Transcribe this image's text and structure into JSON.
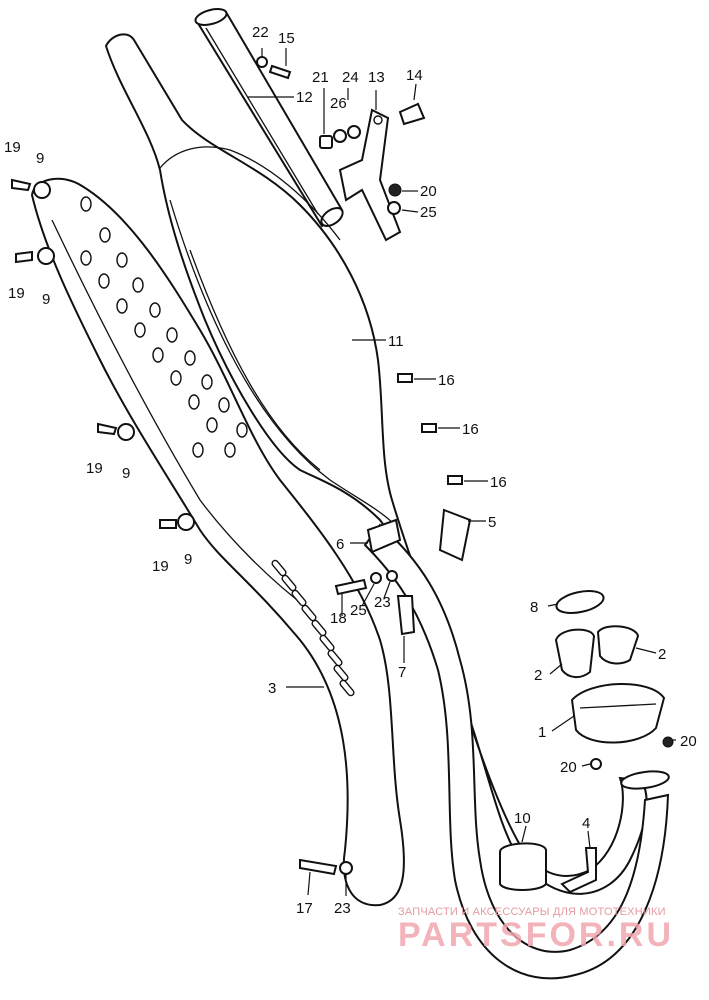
{
  "labels": {
    "p1": "1",
    "p2a": "2",
    "p2b": "2",
    "p3": "3",
    "p4": "4",
    "p5": "5",
    "p6": "6",
    "p7": "7",
    "p8": "8",
    "p9a": "9",
    "p9b": "9",
    "p9c": "9",
    "p9d": "9",
    "p10": "10",
    "p11": "11",
    "p12": "12",
    "p13": "13",
    "p14": "14",
    "p15": "15",
    "p16a": "16",
    "p16b": "16",
    "p16c": "16",
    "p17": "17",
    "p18": "18",
    "p19a": "19",
    "p19b": "19",
    "p19c": "19",
    "p19d": "19",
    "p20a": "20",
    "p20b": "20",
    "p20c": "20",
    "p21": "21",
    "p22": "22",
    "p23a": "23",
    "p23b": "23",
    "p24": "24",
    "p25a": "25",
    "p25b": "25",
    "p26": "26"
  },
  "watermark": {
    "line1": "ЗАПЧАСТИ И АКСЕССУАРЫ ДЛЯ МОТОТЕХНИКИ",
    "logo": "PARTSFOR.RU"
  }
}
